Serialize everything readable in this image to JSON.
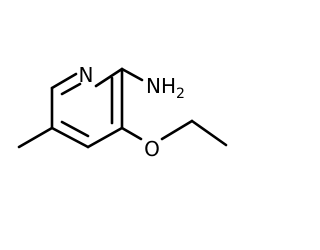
{
  "molecule": {
    "atoms": [
      {
        "id": "N1",
        "symbol": "N"
      },
      {
        "id": "NH2",
        "symbol": "NH",
        "subscript": "2"
      },
      {
        "id": "O",
        "symbol": "O"
      }
    ]
  }
}
